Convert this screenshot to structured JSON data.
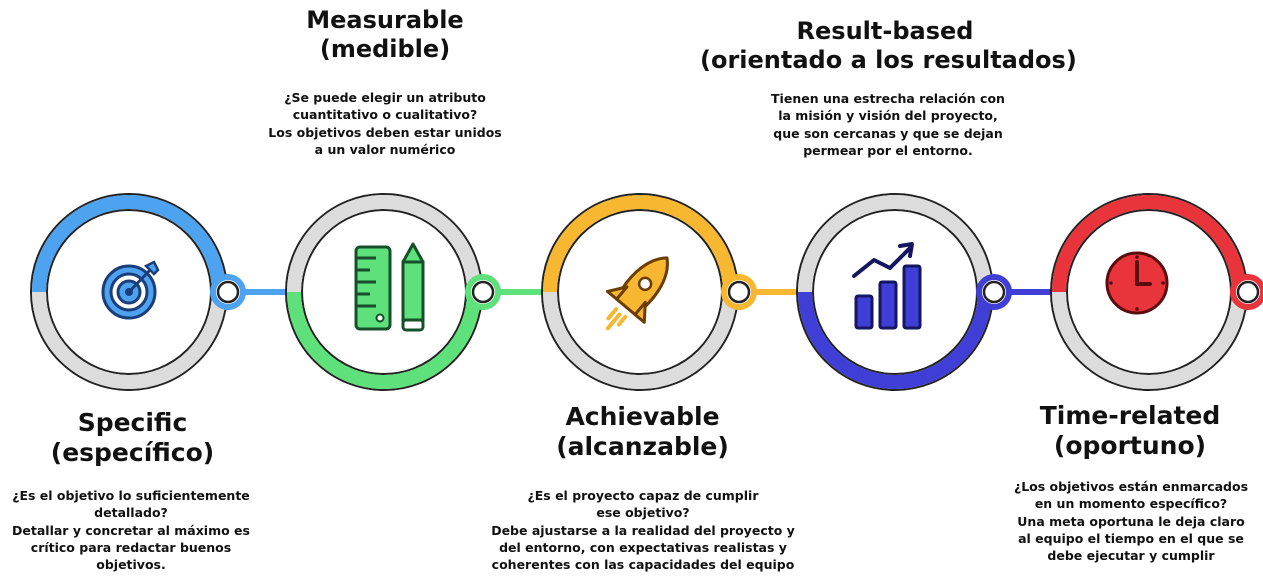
{
  "steps": [
    {
      "id": "specific",
      "title_line1": "Specific",
      "title_line2": "(específico)",
      "description": [
        "¿Es el objetivo lo suficientemente",
        "detallado?",
        "Detallar y concretar al máximo es",
        "crítico para redactar buenos",
        "objetivos."
      ],
      "color": "#4da3f0",
      "icon": "target-icon"
    },
    {
      "id": "measurable",
      "title_line1": "Measurable",
      "title_line2": "(medible)",
      "description": [
        "¿Se puede elegir un atributo",
        "cuantitativo o cualitativo?",
        "Los objetivos deben estar unidos",
        "a un valor numérico"
      ],
      "color": "#5ee07a",
      "icon": "ruler-pencil-icon"
    },
    {
      "id": "achievable",
      "title_line1": "Achievable",
      "title_line2": "(alcanzable)",
      "description": [
        "¿Es el proyecto capaz de cumplir",
        "ese objetivo?",
        "Debe ajustarse a la realidad del proyecto y",
        "del entorno, con expectativas realistas y",
        "coherentes con las capacidades del equipo"
      ],
      "color": "#f7b731",
      "icon": "rocket-icon"
    },
    {
      "id": "result-based",
      "title_line1": "Result-based",
      "title_line2": "(orientado a los resultados)",
      "description": [
        "Tienen una estrecha relación con",
        "la misión y visión del proyecto,",
        "que son cercanas y que se dejan",
        "permear por el entorno."
      ],
      "color": "#3f3fd8",
      "icon": "growth-chart-icon"
    },
    {
      "id": "time-related",
      "title_line1": "Time-related",
      "title_line2": "(oportuno)",
      "description": [
        "¿Los objetivos están enmarcados",
        "en un momento específico?",
        "Una meta oportuna le deja claro",
        "al equipo el tiempo en el que se",
        "debe ejecutar y cumplir"
      ],
      "color": "#e8343a",
      "icon": "clock-icon"
    }
  ],
  "ring_gray": "#dcdcdc"
}
